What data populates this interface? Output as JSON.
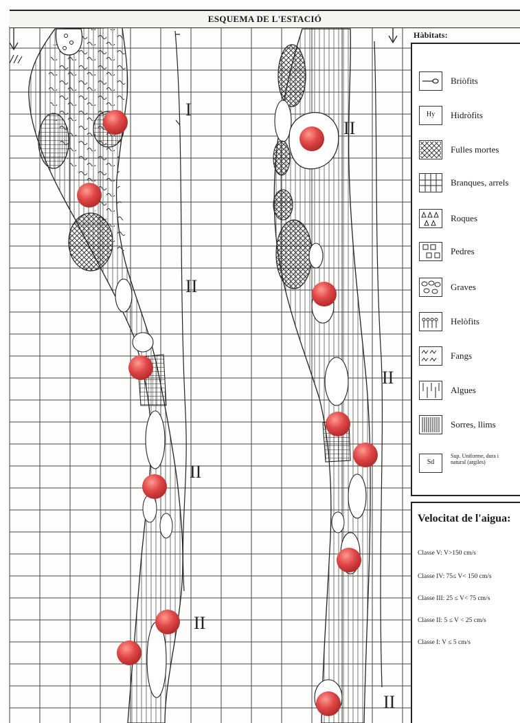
{
  "title": "ESQUEMA DE L'ESTACIÓ",
  "habitats": {
    "header": "Hàbitats:",
    "items": [
      {
        "label": "Briòfits",
        "icon": "bryophyte-icon"
      },
      {
        "label": "Hidròfits",
        "icon": "hydrophyte-icon",
        "symbol": "Hy"
      },
      {
        "label": "Fulles mortes",
        "icon": "dead-leaves-icon"
      },
      {
        "label": "Branques, arrels",
        "icon": "branches-roots-icon"
      },
      {
        "label": "Roques",
        "icon": "rocks-icon"
      },
      {
        "label": "Pedres",
        "icon": "stones-icon"
      },
      {
        "label": "Graves",
        "icon": "gravel-icon"
      },
      {
        "label": "Helòfits",
        "icon": "helophyte-icon"
      },
      {
        "label": "Fangs",
        "icon": "mud-icon"
      },
      {
        "label": "Algues",
        "icon": "algae-icon"
      },
      {
        "label": "Sorres, llims",
        "icon": "sand-silt-icon"
      },
      {
        "label": "Sup. Uniforme, dura i natural (argiles)",
        "icon": "uniform-surface-icon",
        "symbol": "Sd"
      }
    ]
  },
  "velocity": {
    "title": "Velocitat de l'aigua:",
    "classes": [
      "Classe V: V>150 cm/s",
      "Classe IV: 75≤ V< 150 cm/s",
      "Classe III: 25 ≤ V< 75 cm/s",
      "Classe II: 5 ≤ V < 25 cm/s",
      "Classe I: V ≤ 5 cm/s"
    ]
  },
  "velocity_marks": {
    "left": [
      "I",
      "II",
      "II",
      "II"
    ],
    "right": [
      "II",
      "II",
      "II"
    ]
  },
  "colors": {
    "marker": "#e04848",
    "grid": "#444444",
    "ink": "#222222"
  }
}
